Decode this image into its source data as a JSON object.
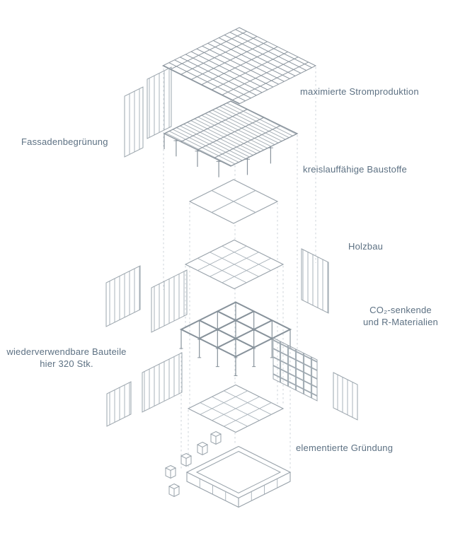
{
  "diagram": {
    "type": "exploded-axonometric-building-diagram",
    "colors": {
      "text": "#5d7183",
      "line": "#97a1a9",
      "line_dark": "#8a949d",
      "hatch": "#a9b3bb",
      "dashed_guides": "#ccd3d8",
      "background": "#ffffff"
    },
    "labels": {
      "max_power": "maximierte Stromproduktion",
      "facade_greening": "Fassadenbegrünung",
      "circular_materials": "kreislauffähige Baustoffe",
      "timber_construction": "Holzbau",
      "co2_reducing_1": "CO₂-senkende",
      "co2_reducing_2": "und R-Materialien",
      "reusable_parts_1": "wiederverwendbare Bauteile",
      "reusable_parts_2": "hier 320 Stk.",
      "foundation": "elementierte Gründung"
    }
  }
}
